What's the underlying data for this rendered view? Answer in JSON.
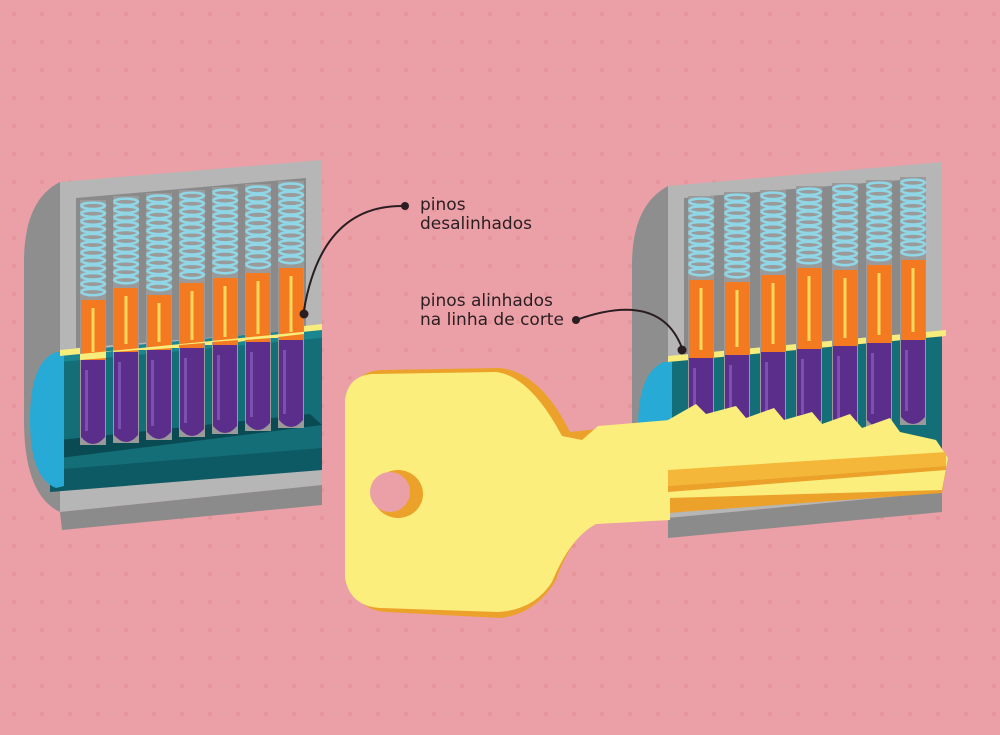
{
  "annotations": {
    "misaligned": {
      "line1": "pinos",
      "line2": "desalinhados"
    },
    "aligned": {
      "line1": "pinos alinhados",
      "line2": "na linha de corte"
    }
  },
  "colors": {
    "background": "#eaa0a6",
    "housing": "#a7a7a7",
    "plug": "#136e78",
    "spring": "#8fd6e6",
    "top_pin": "#f47a22",
    "key_pin": "#5b2e8c",
    "shear_line": "#f6ed7c",
    "key": "#fbee7c",
    "plug_face": "#27aad6"
  },
  "icons": [
    "lock-cylinder-locked",
    "lock-cylinder-unlocked",
    "key"
  ]
}
